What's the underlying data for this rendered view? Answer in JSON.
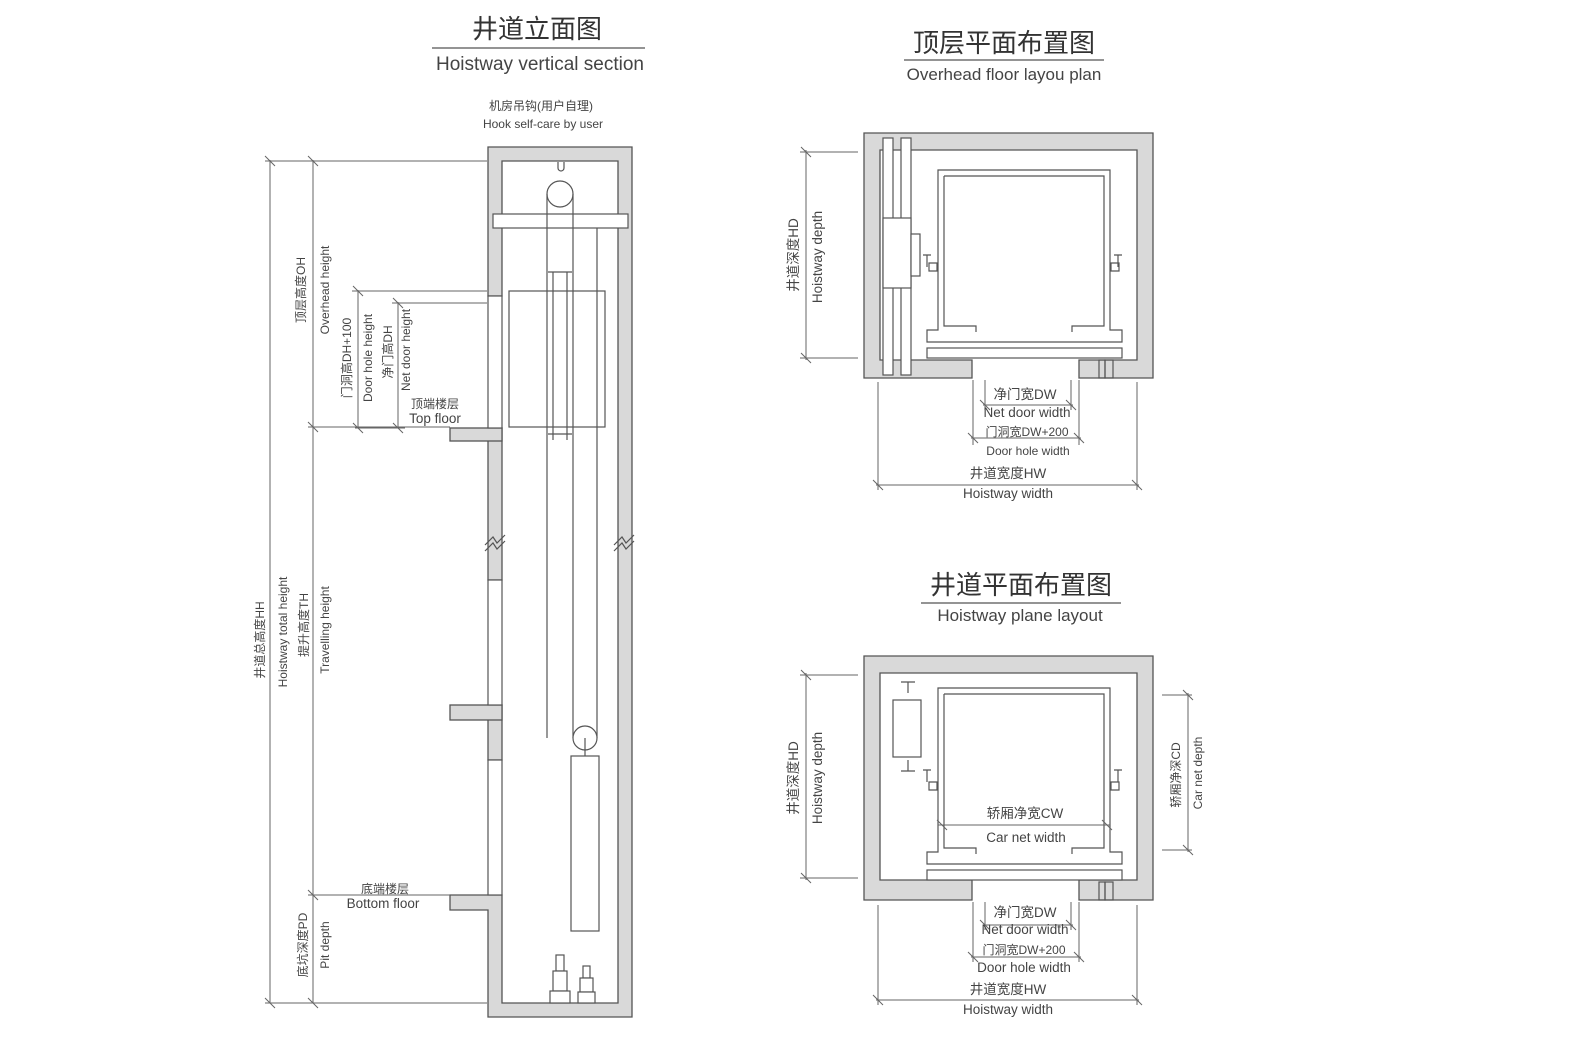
{
  "vertical_section": {
    "title_cn": "井道立面图",
    "title_en": "Hoistway vertical section",
    "hook_cn": "机房吊钩(用户自理)",
    "hook_en": "Hook self-care by user",
    "oh_cn": "顶层高度OH",
    "oh_en": "Overhead height",
    "dh100_cn": "门洞高DH+100",
    "dh100_en": "Door hole height",
    "dh_cn": "净门高DH",
    "dh_en": "Net door height",
    "top_floor_cn": "顶端楼层",
    "top_floor_en": "Top floor",
    "hh_cn": "井道总高度HH",
    "hh_en": "Hoistway total height",
    "th_cn": "提升高度TH",
    "th_en": "Travelling height",
    "bottom_floor_cn": "底端楼层",
    "bottom_floor_en": "Bottom floor",
    "pd_cn": "底坑深度PD",
    "pd_en": "Pit depth"
  },
  "overhead_plan": {
    "title_cn": "顶层平面布置图",
    "title_en": "Overhead floor layou plan",
    "hd_cn": "井道深度HD",
    "hd_en": "Hoistway depth",
    "dw_cn": "净门宽DW",
    "dw_en": "Net door width",
    "dhw_cn": "门洞宽DW+200",
    "dhw_en": "Door hole width",
    "hw_cn": "井道宽度HW",
    "hw_en": "Hoistway width"
  },
  "plane_layout": {
    "title_cn": "井道平面布置图",
    "title_en": "Hoistway plane layout",
    "hd_cn": "井道深度HD",
    "hd_en": "Hoistway depth",
    "cw_cn": "轿厢净宽CW",
    "cw_en": "Car net width",
    "cd_cn": "轿厢净深CD",
    "cd_en": "Car net depth",
    "dw_cn": "净门宽DW",
    "dw_en": "Net door width",
    "dhw_cn": "门洞宽DW+200",
    "dhw_en": "Door hole width",
    "hw_cn": "井道宽度HW",
    "hw_en": "Hoistway width"
  },
  "colors": {
    "wall": "#d9d9d9",
    "line": "#555555"
  }
}
